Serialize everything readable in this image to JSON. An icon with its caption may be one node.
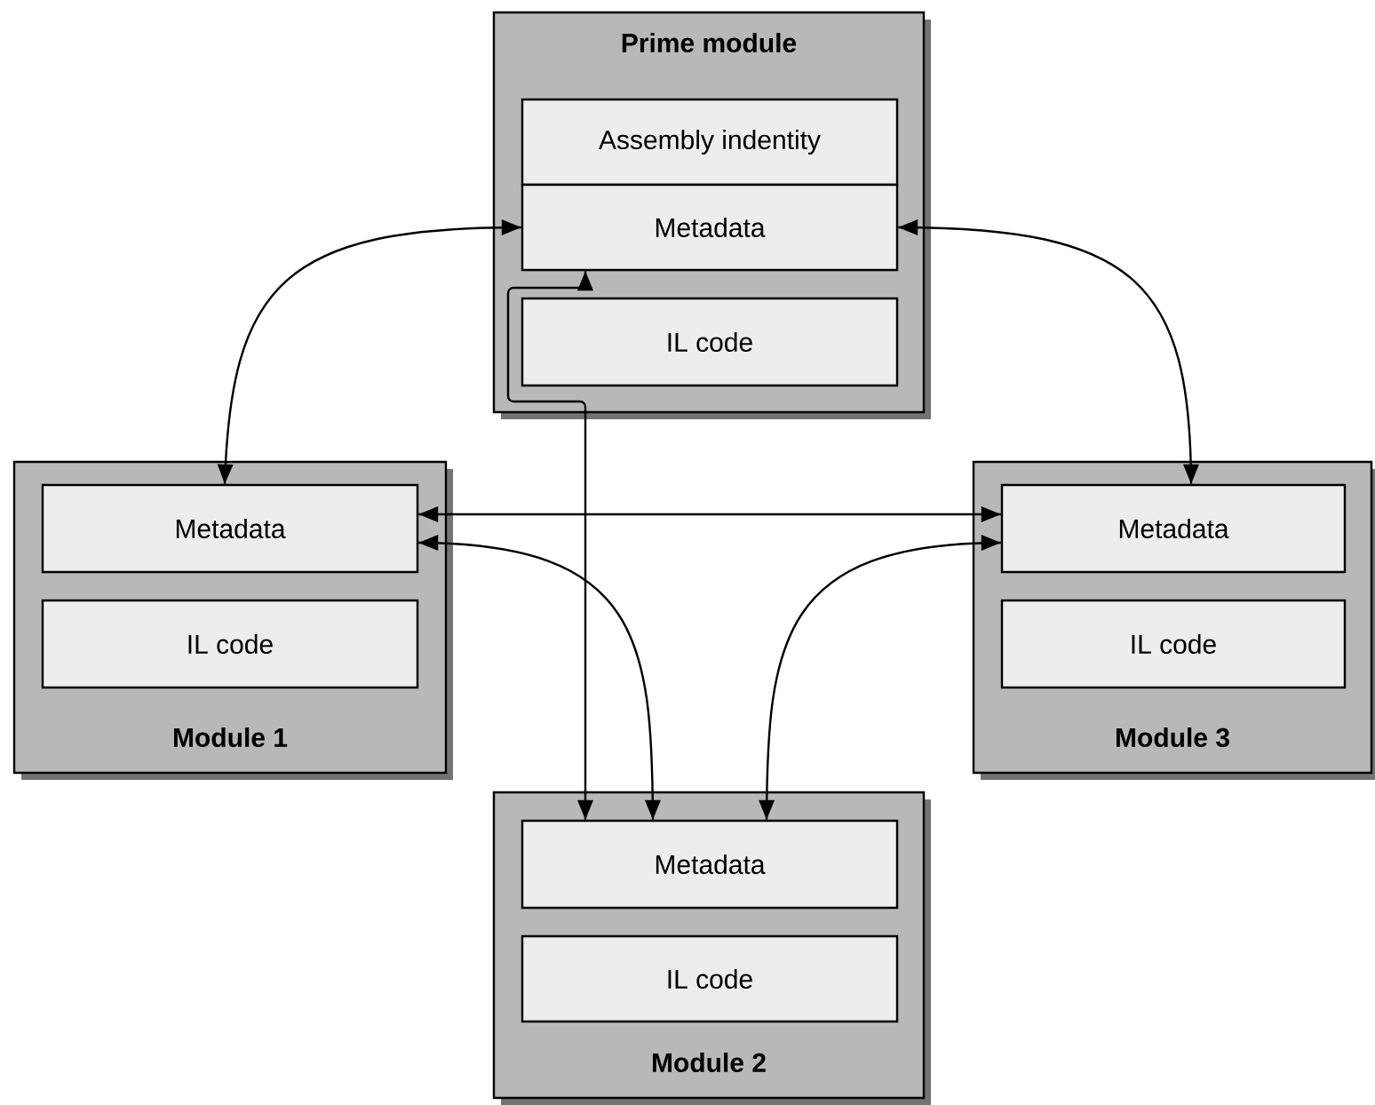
{
  "diagram": {
    "nodes": [
      {
        "text": [
          "Prime module"
        ]
      },
      {
        "text": [
          "Assembly indentity"
        ],
        "in": 0
      },
      {
        "text": [
          "Metadata"
        ],
        "in": 0
      },
      {
        "text": [
          "IL code"
        ],
        "in": 0
      },
      {
        "text": [
          "Module 1"
        ]
      },
      {
        "text": [
          "Metadata"
        ],
        "in": 4
      },
      {
        "text": [
          "IL code"
        ],
        "in": 4
      },
      {
        "text": [
          "Module 3"
        ]
      },
      {
        "text": [
          "Metadata"
        ],
        "in": 7
      },
      {
        "text": [
          "IL code"
        ],
        "in": 7
      },
      {
        "text": [
          "Module 2"
        ]
      },
      {
        "text": [
          "Metadata"
        ],
        "in": 10
      },
      {
        "text": [
          "IL code"
        ],
        "in": 10
      }
    ],
    "edges": [
      {
        "from": 2,
        "to": 5,
        "arrow": "both"
      },
      {
        "from": 2,
        "to": 8,
        "arrow": "both"
      },
      {
        "from": 2,
        "to": 11,
        "arrow": "both"
      },
      {
        "from": 5,
        "to": 8,
        "arrow": "both"
      },
      {
        "from": 5,
        "to": 11,
        "arrow": "both"
      },
      {
        "from": 8,
        "to": 11,
        "arrow": "both"
      }
    ]
  }
}
